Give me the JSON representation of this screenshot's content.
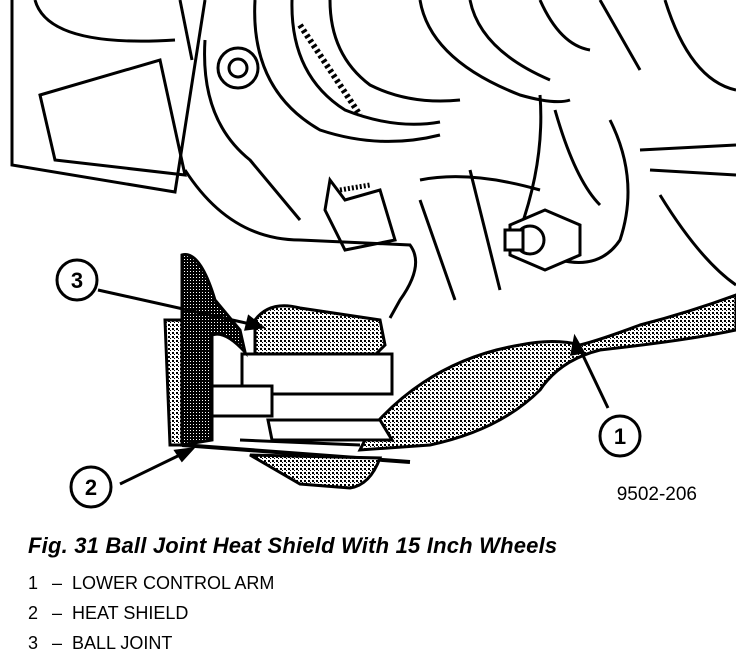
{
  "figure": {
    "callouts": [
      {
        "number": "1",
        "label": "LOWER CONTROL ARM"
      },
      {
        "number": "2",
        "label": "HEAT SHIELD"
      },
      {
        "number": "3",
        "label": "BALL JOINT"
      }
    ],
    "code": "9502-206",
    "caption": "Fig. 31 Ball Joint Heat Shield With 15 Inch Wheels"
  },
  "legend": {
    "separator": "–",
    "items": [
      {
        "number": "1",
        "label": "LOWER CONTROL ARM"
      },
      {
        "number": "2",
        "label": "HEAT SHIELD"
      },
      {
        "number": "3",
        "label": "BALL JOINT"
      }
    ]
  }
}
